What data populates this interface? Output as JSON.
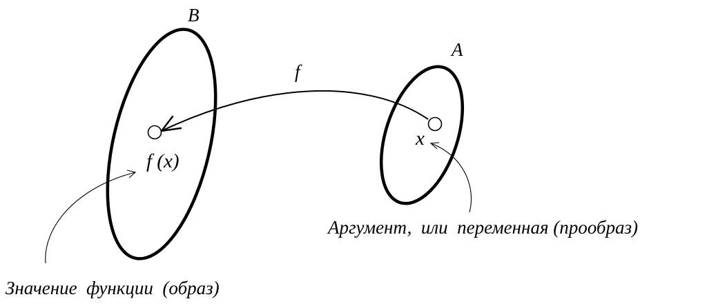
{
  "sets": {
    "codomain_label": "B",
    "domain_label": "A"
  },
  "mapping": {
    "function_label": "f"
  },
  "points": {
    "argument_label": "x",
    "image_label": "f (x)"
  },
  "captions": {
    "argument_caption": "Аргумент,  или  переменная (прообраз)",
    "image_caption": "Значение  функции  (образ)"
  }
}
